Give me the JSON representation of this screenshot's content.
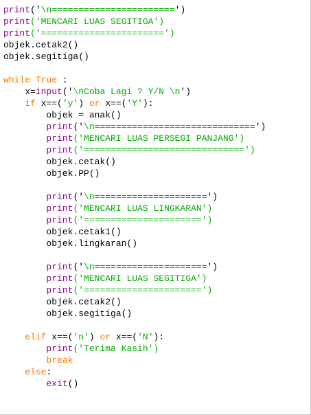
{
  "colors": {
    "background": "#ffffff",
    "keyword": "#ff7700",
    "builtin": "#900090",
    "string": "#00aa00",
    "text": "#000000"
  },
  "lines": [
    [
      {
        "t": "print",
        "c": "bu"
      },
      {
        "t": "('",
        "c": "ex"
      },
      {
        "t": "\\n=======================",
        "c": "st"
      },
      {
        "t": "')",
        "c": "ex"
      }
    ],
    [
      {
        "t": "print",
        "c": "bu"
      },
      {
        "t": "('MENCARI LUAS SEGITIGA')",
        "c": "st"
      }
    ],
    [
      {
        "t": "print",
        "c": "bu"
      },
      {
        "t": "('=======================')",
        "c": "st"
      }
    ],
    [
      {
        "t": "objek.cetak2()",
        "c": "ex"
      }
    ],
    [
      {
        "t": "objek.segitiga()",
        "c": "ex"
      }
    ],
    [],
    [
      {
        "t": "while",
        "c": "ke"
      },
      {
        "t": " ",
        "c": "ex"
      },
      {
        "t": "True",
        "c": "ke"
      },
      {
        "t": " :",
        "c": "ex"
      }
    ],
    [
      {
        "t": "    x=",
        "c": "ex"
      },
      {
        "t": "input",
        "c": "bu"
      },
      {
        "t": "('",
        "c": "ex"
      },
      {
        "t": "\\nCoba Lagi ? Y/N \\n",
        "c": "st"
      },
      {
        "t": "')",
        "c": "ex"
      }
    ],
    [
      {
        "t": "    ",
        "c": "ex"
      },
      {
        "t": "if",
        "c": "ke"
      },
      {
        "t": " x==(",
        "c": "ex"
      },
      {
        "t": "'y'",
        "c": "st"
      },
      {
        "t": ") ",
        "c": "ex"
      },
      {
        "t": "or",
        "c": "ke"
      },
      {
        "t": " x==(",
        "c": "ex"
      },
      {
        "t": "'Y'",
        "c": "st"
      },
      {
        "t": "):",
        "c": "ex"
      }
    ],
    [
      {
        "t": "        objek = anak()",
        "c": "ex"
      }
    ],
    [
      {
        "t": "        ",
        "c": "ex"
      },
      {
        "t": "print",
        "c": "bu"
      },
      {
        "t": "('",
        "c": "ex"
      },
      {
        "t": "\\n==============================",
        "c": "st"
      },
      {
        "t": "')",
        "c": "ex"
      }
    ],
    [
      {
        "t": "        ",
        "c": "ex"
      },
      {
        "t": "print",
        "c": "bu"
      },
      {
        "t": "('MENCARI LUAS PERSEGI PANJANG')",
        "c": "st"
      }
    ],
    [
      {
        "t": "        ",
        "c": "ex"
      },
      {
        "t": "print",
        "c": "bu"
      },
      {
        "t": "('==============================')",
        "c": "st"
      }
    ],
    [
      {
        "t": "        objek.cetak()",
        "c": "ex"
      }
    ],
    [
      {
        "t": "        objek.PP()",
        "c": "ex"
      }
    ],
    [],
    [
      {
        "t": "        ",
        "c": "ex"
      },
      {
        "t": "print",
        "c": "bu"
      },
      {
        "t": "('",
        "c": "ex"
      },
      {
        "t": "\\n=====================",
        "c": "st"
      },
      {
        "t": "')",
        "c": "ex"
      }
    ],
    [
      {
        "t": "        ",
        "c": "ex"
      },
      {
        "t": "print",
        "c": "bu"
      },
      {
        "t": "('MENCARI LUAS LINGKARAN')",
        "c": "st"
      }
    ],
    [
      {
        "t": "        ",
        "c": "ex"
      },
      {
        "t": "print",
        "c": "bu"
      },
      {
        "t": "('======================')",
        "c": "st"
      }
    ],
    [
      {
        "t": "        objek.cetak1()",
        "c": "ex"
      }
    ],
    [
      {
        "t": "        objek.lingkaran()",
        "c": "ex"
      }
    ],
    [],
    [
      {
        "t": "        ",
        "c": "ex"
      },
      {
        "t": "print",
        "c": "bu"
      },
      {
        "t": "('",
        "c": "ex"
      },
      {
        "t": "\\n=====================",
        "c": "st"
      },
      {
        "t": "')",
        "c": "ex"
      }
    ],
    [
      {
        "t": "        ",
        "c": "ex"
      },
      {
        "t": "print",
        "c": "bu"
      },
      {
        "t": "('MENCARI LUAS SEGITIGA')",
        "c": "st"
      }
    ],
    [
      {
        "t": "        ",
        "c": "ex"
      },
      {
        "t": "print",
        "c": "bu"
      },
      {
        "t": "('======================')",
        "c": "st"
      }
    ],
    [
      {
        "t": "        objek.cetak2()",
        "c": "ex"
      }
    ],
    [
      {
        "t": "        objek.segitiga()",
        "c": "ex"
      }
    ],
    [],
    [
      {
        "t": "    ",
        "c": "ex"
      },
      {
        "t": "elif",
        "c": "ke"
      },
      {
        "t": " x==(",
        "c": "ex"
      },
      {
        "t": "'n'",
        "c": "st"
      },
      {
        "t": ") ",
        "c": "ex"
      },
      {
        "t": "or",
        "c": "ke"
      },
      {
        "t": " x==(",
        "c": "ex"
      },
      {
        "t": "'N'",
        "c": "st"
      },
      {
        "t": "):",
        "c": "ex"
      }
    ],
    [
      {
        "t": "        ",
        "c": "ex"
      },
      {
        "t": "print",
        "c": "bu"
      },
      {
        "t": "('Terima Kasih')",
        "c": "st"
      }
    ],
    [
      {
        "t": "        ",
        "c": "ex"
      },
      {
        "t": "break",
        "c": "ke"
      }
    ],
    [
      {
        "t": "    ",
        "c": "ex"
      },
      {
        "t": "else",
        "c": "ke"
      },
      {
        "t": ":",
        "c": "ex"
      }
    ],
    [
      {
        "t": "        ",
        "c": "ex"
      },
      {
        "t": "exit",
        "c": "bu"
      },
      {
        "t": "()",
        "c": "ex"
      }
    ]
  ]
}
